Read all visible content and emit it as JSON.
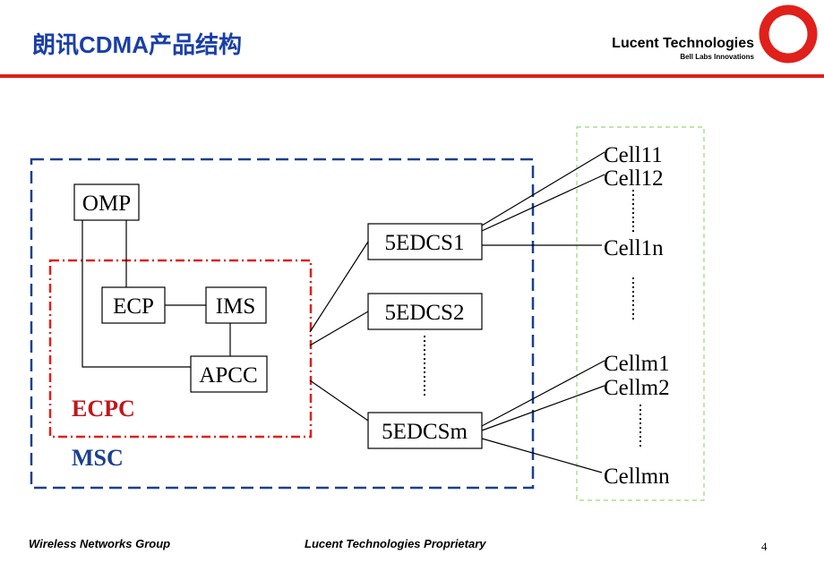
{
  "slide": {
    "title": "朗讯CDMA产品结构",
    "brand_name": "Lucent Technologies",
    "brand_tagline": "Bell Labs Innovations",
    "footer_left": "Wireless Networks Group",
    "footer_center": "Lucent Technologies  Proprietary",
    "page_number": "4"
  },
  "diagram": {
    "nodes": {
      "omp": "OMP",
      "ecp": "ECP",
      "ims": "IMS",
      "apcc": "APCC",
      "edcs1": "5EDCS1",
      "edcs2": "5EDCS2",
      "edcsm": "5EDCSm"
    },
    "groups": {
      "ecpc": "ECPC",
      "msc": "MSC"
    },
    "cells": {
      "cell11": "Cell11",
      "cell12": "Cell12",
      "cell1n": "Cell1n",
      "cellm1": "Cellm1",
      "cellm2": "Cellm2",
      "cellmn": "Cellmn"
    }
  },
  "colors": {
    "title": "#1a3fa8",
    "accent_red": "#e0201a",
    "ecpc": "#c0161c",
    "msc": "#1a3f8f",
    "cells_box": "#9bd67a"
  }
}
